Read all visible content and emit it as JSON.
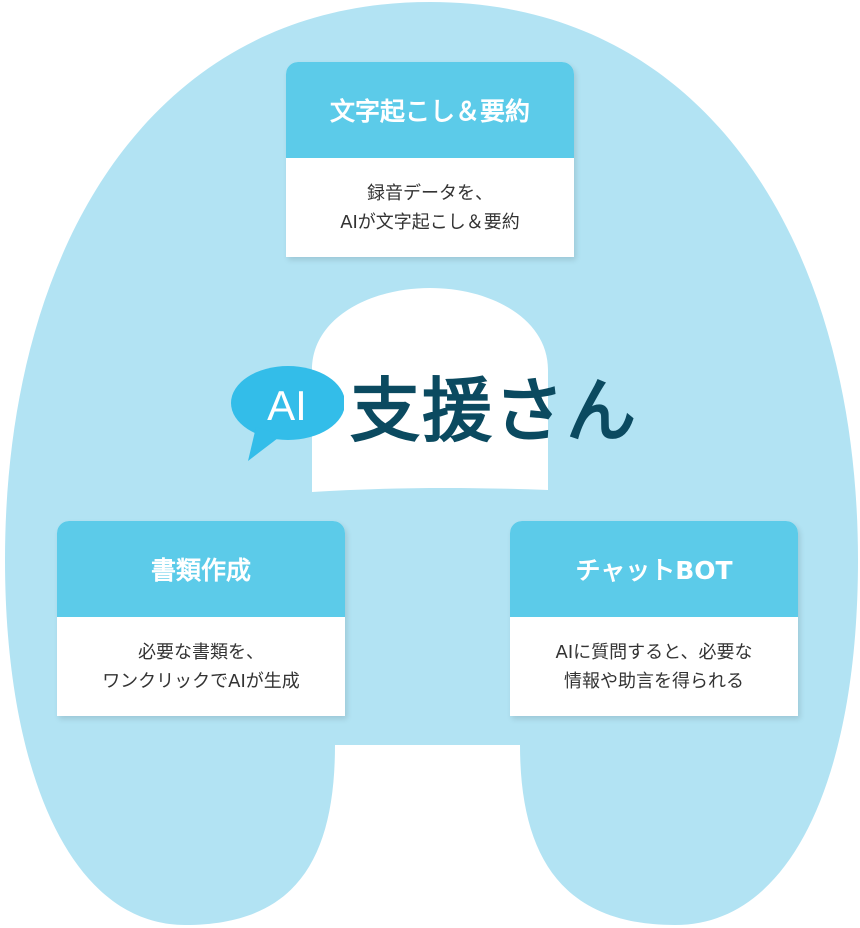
{
  "logo": {
    "badge": "AI",
    "name": "支援さん"
  },
  "cards": [
    {
      "title": "文字起こし＆要約",
      "lines": [
        "録音データを、",
        "AIが文字起こし＆要約"
      ]
    },
    {
      "title": "書類作成",
      "lines": [
        "必要な書類を、",
        "ワンクリックでAIが生成"
      ]
    },
    {
      "title": "チャットBOT",
      "lines": [
        "AIに質問すると、必要な",
        "情報や助言を得られる"
      ]
    }
  ],
  "colors": {
    "blob": "#b2e3f3",
    "header": "#5ccbe9",
    "brand": "#0b4a60",
    "bubble": "#33bde9"
  }
}
